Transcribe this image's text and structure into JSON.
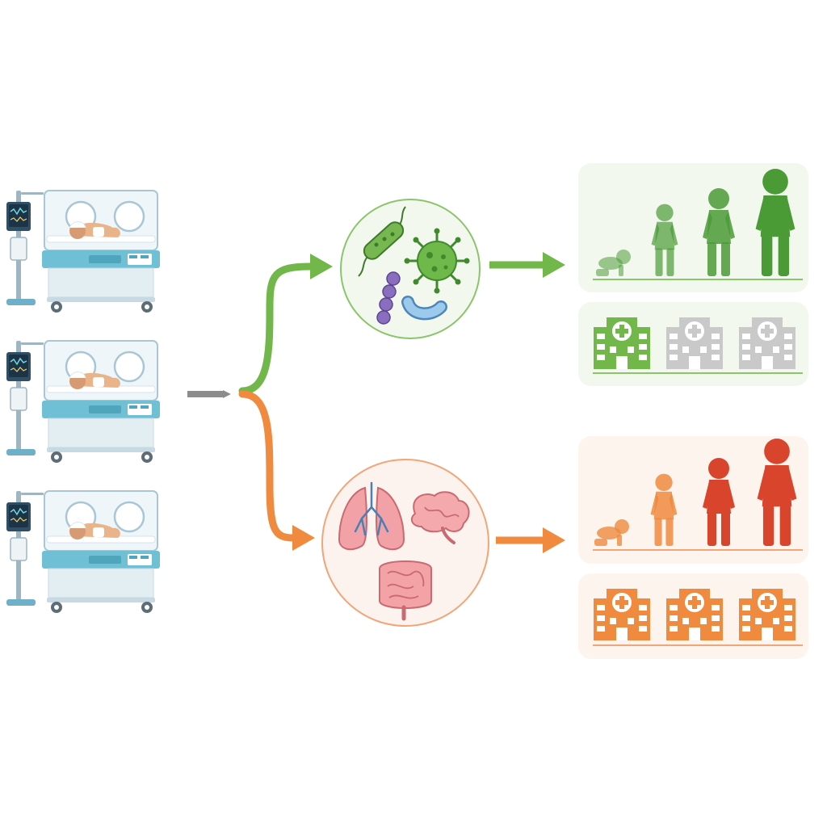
{
  "colors": {
    "background": "#ffffff",
    "good_outcome": "#72b74a",
    "good_outcome_dark": "#4a9a36",
    "good_panel_bg": "#f3f8ef",
    "poor_outcome": "#ef8a3e",
    "poor_outcome_dark": "#d9442c",
    "poor_panel_bg": "#fdf4ee",
    "neutral_arrow": "#8c8c8c",
    "faded_hospital": "#c9c9c9",
    "incubator_teal": "#6fc0d4",
    "incubator_body": "#e3eef3"
  },
  "icons": {
    "incubators": [
      "incubator-icon",
      "incubator-icon",
      "incubator-icon"
    ],
    "good_node": [
      "bacterium-icon",
      "virus-icon",
      "cocci-chain-icon",
      "bacillus-icon"
    ],
    "poor_node": [
      "lungs-icon",
      "brain-icon",
      "intestine-icon"
    ],
    "growth_figures": [
      "crawling-infant-icon",
      "toddler-icon",
      "child-icon",
      "older-child-icon"
    ],
    "hospital": "hospital-icon"
  },
  "growth": {
    "good_branch_opacity": [
      0.55,
      0.7,
      0.85,
      1.0
    ],
    "poor_branch_opacity": [
      0.8,
      0.85,
      1.0,
      1.0
    ]
  },
  "hospital_use": {
    "good_branch_highlighted": 1,
    "poor_branch_highlighted": 3,
    "total": 3
  }
}
